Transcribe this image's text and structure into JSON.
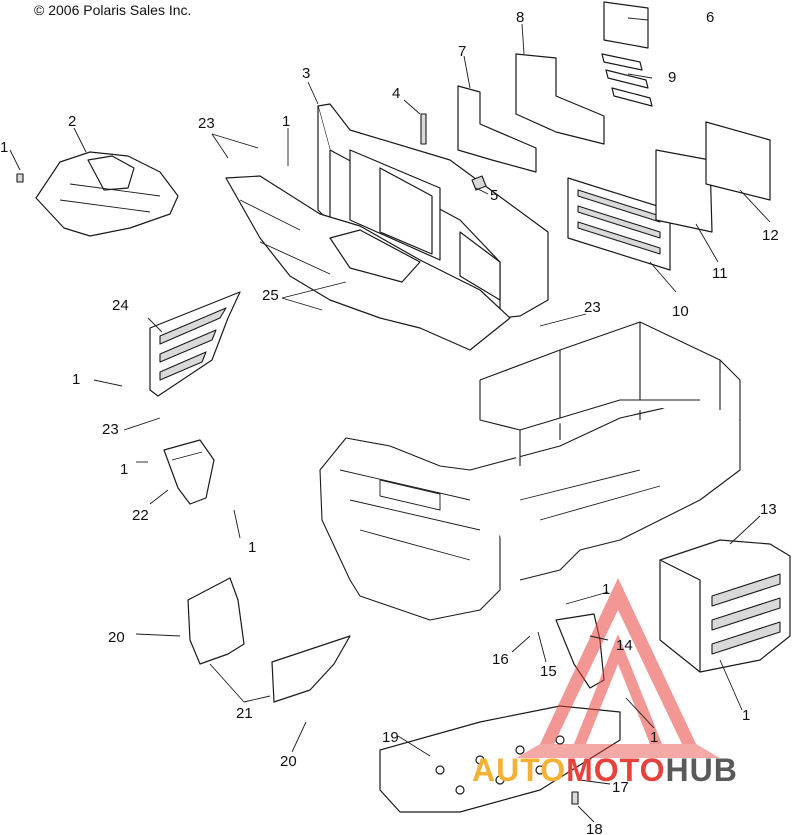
{
  "copyright": "© 2006 Polaris Sales Inc.",
  "watermark": {
    "part1": "AUTO",
    "part2": "MOTO",
    "part3": "HUB",
    "colors": {
      "auto": "#f3b235",
      "moto": "#e8413b",
      "hub": "#5a5a5a",
      "logo": "#e8413b"
    }
  },
  "callouts": [
    "1",
    "1",
    "1",
    "1",
    "1",
    "1",
    "1",
    "1",
    "2",
    "3",
    "4",
    "5",
    "6",
    "7",
    "8",
    "9",
    "10",
    "11",
    "12",
    "13",
    "14",
    "15",
    "16",
    "17",
    "18",
    "19",
    "20",
    "20",
    "21",
    "22",
    "23",
    "23",
    "23",
    "24",
    "25"
  ]
}
